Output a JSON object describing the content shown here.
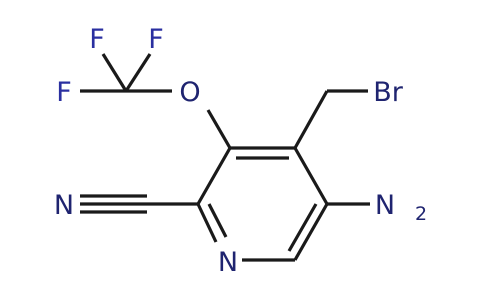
{
  "molecule": {
    "atoms": {
      "F1": "F",
      "F2": "F",
      "F3": "F",
      "O": "O",
      "Br": "Br",
      "N_nitrile": "N",
      "N_ring": "N",
      "N_amino": "N",
      "amino_subscript": "2"
    }
  },
  "colors": {
    "bond": "#1a1a1a",
    "fluorine": "#2a2fa0",
    "oxygen": "#1f2470",
    "bromine": "#1f2470",
    "nitrogen": "#1f2470"
  }
}
